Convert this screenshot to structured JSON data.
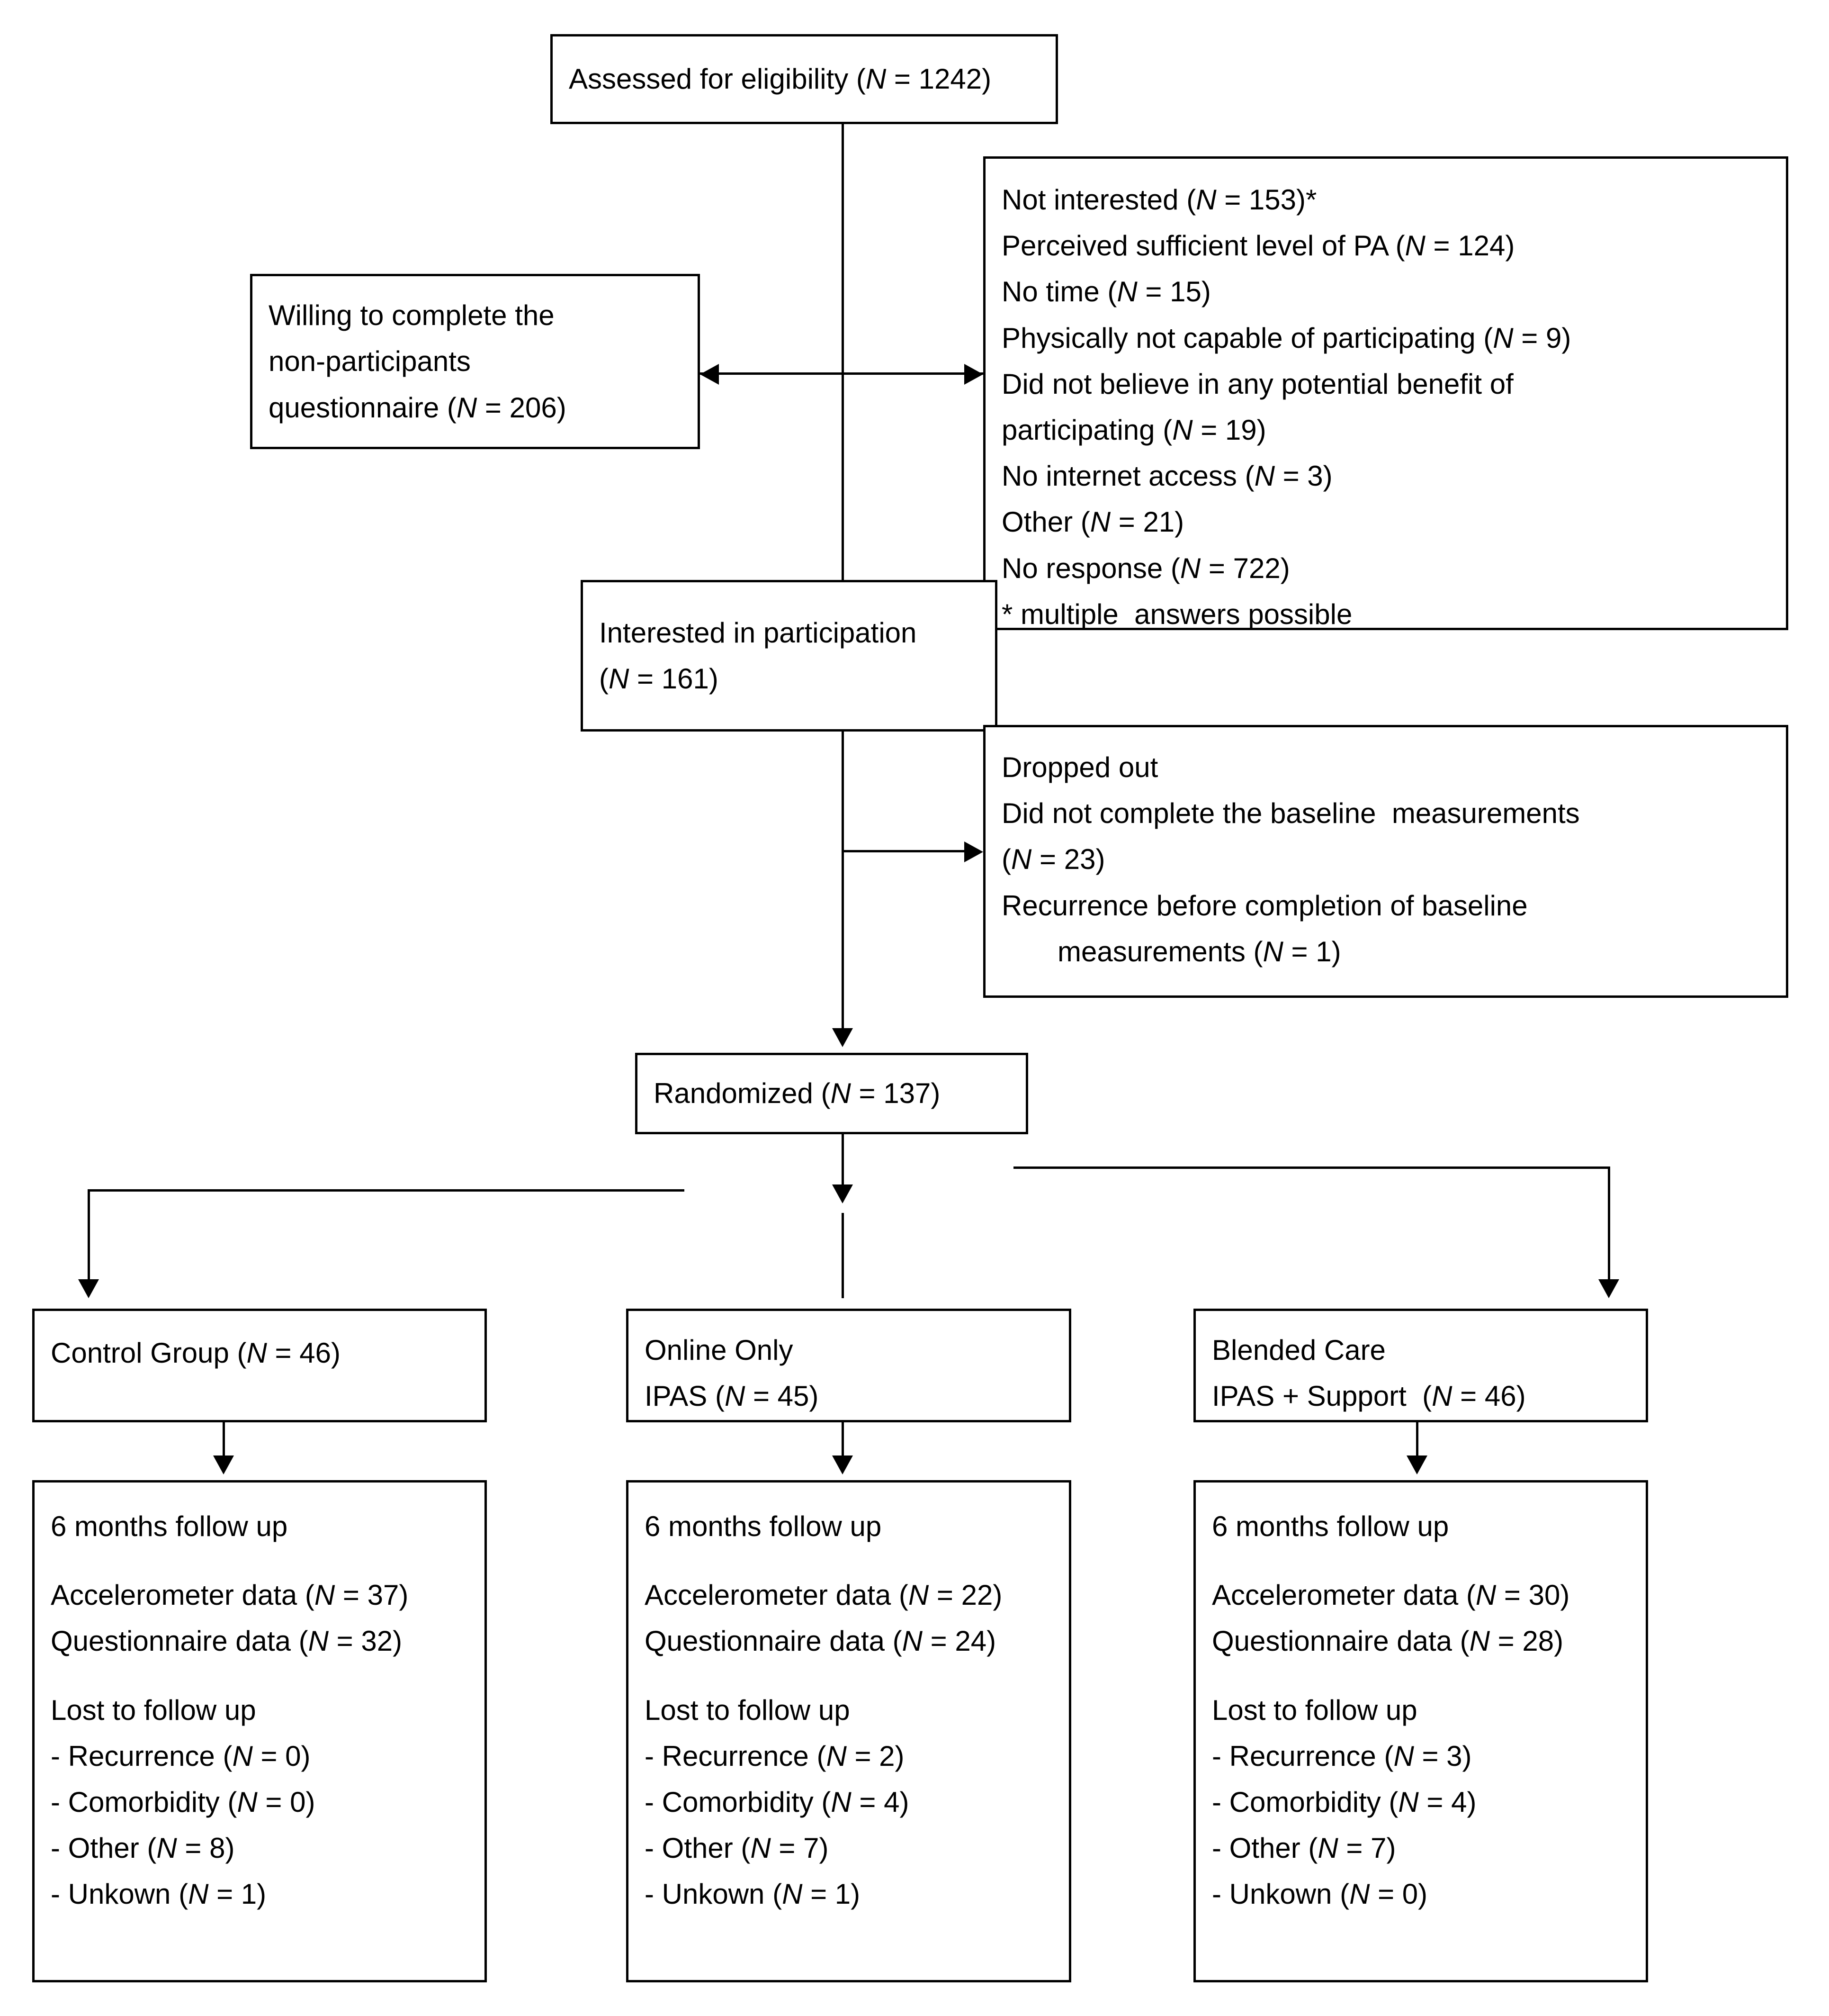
{
  "diagram": {
    "type": "consort-flow-diagram",
    "title": "CONSORT participant flow diagram"
  },
  "nodes": {
    "assessed": {
      "label": "Assessed for eligibility (N = 1242)",
      "n": 1242
    },
    "willing": {
      "line1": "Willing to complete the",
      "line2": "non-participants",
      "line3": "questionnaire (N = 206)",
      "n": 206
    },
    "exclusions": {
      "items": [
        "Not interested (N = 153)*",
        "Perceived sufficient level of PA (N = 124)",
        "No time (N = 15)",
        "Physically not capable of participating (N = 9)",
        "Did not believe in any potential benefit of",
        "participating (N = 19)",
        "No internet access (N = 3)",
        "Other (N = 21)",
        "No response (N = 722)",
        "* multiple  answers possible"
      ]
    },
    "interested": {
      "line1": "Interested in participation",
      "line2": "(N = 161)",
      "n": 161
    },
    "dropped": {
      "items": [
        "Dropped out",
        "Did not complete the baseline  measurements",
        "(N = 23)",
        "Recurrence before completion of baseline",
        "measurements (N = 1)"
      ]
    },
    "randomized": {
      "label": "Randomized (N = 137)",
      "n": 137
    }
  },
  "arms": [
    {
      "key": "control",
      "title_line1": "Control Group (N = 46)",
      "title_line2": "",
      "n": 46,
      "followup": {
        "heading": "6 months follow up",
        "accelerometer": "Accelerometer data (N = 37)",
        "questionnaire": "Questionnaire data (N = 32)",
        "lost_heading": "Lost to follow up",
        "lost_items": [
          "- Recurrence (N = 0)",
          "- Comorbidity (N = 0)",
          "- Other (N = 8)",
          "- Unkown (N = 1)"
        ]
      }
    },
    {
      "key": "online-only",
      "title_line1": "Online Only",
      "title_line2": "IPAS (N = 45)",
      "n": 45,
      "followup": {
        "heading": "6 months follow up",
        "accelerometer": "Accelerometer data (N = 22)",
        "questionnaire": "Questionnaire data (N = 24)",
        "lost_heading": "Lost to follow up",
        "lost_items": [
          "- Recurrence (N = 2)",
          "- Comorbidity (N = 4)",
          "- Other (N = 7)",
          "- Unkown (N = 1)"
        ]
      }
    },
    {
      "key": "blended-care",
      "title_line1": "Blended Care",
      "title_line2": "IPAS + Support  (N = 46)",
      "n": 46,
      "followup": {
        "heading": "6 months follow up",
        "accelerometer": "Accelerometer data (N = 30)",
        "questionnaire": "Questionnaire data (N = 28)",
        "lost_heading": "Lost to follow up",
        "lost_items": [
          "- Recurrence (N = 3)",
          "- Comorbidity (N = 4)",
          "- Other (N = 7)",
          "- Unkown (N = 0)"
        ]
      }
    }
  ],
  "colors": {
    "stroke": "#000000",
    "background": "#ffffff",
    "text": "#000000"
  }
}
